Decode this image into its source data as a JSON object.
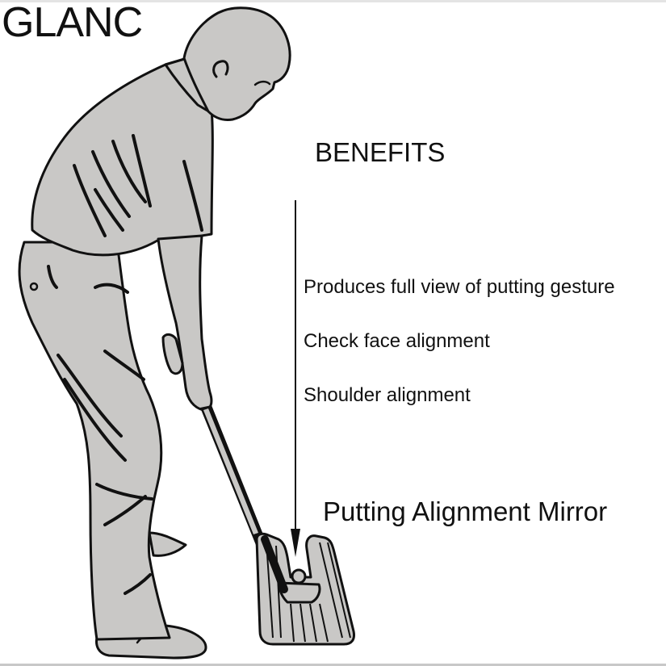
{
  "brand": {
    "name": "GLANC"
  },
  "benefits": {
    "title": "BENEFITS",
    "items": [
      {
        "label": "Produces full view of putting gesture"
      },
      {
        "label": "Check face alignment"
      },
      {
        "label": "Shoulder alignment"
      }
    ]
  },
  "product": {
    "name": "Putting Alignment Mirror"
  },
  "illustration": {
    "subject": "golfer-addressing-ball-with-putter",
    "icon": "golfer-icon",
    "mirror_icon": "putting-mirror-icon",
    "arrow_icon": "arrow-down-icon"
  },
  "colors": {
    "background": "#ffffff",
    "figure_fill": "#c9c8c6",
    "outline": "#111111",
    "border_gray": "#c8c8c8"
  }
}
